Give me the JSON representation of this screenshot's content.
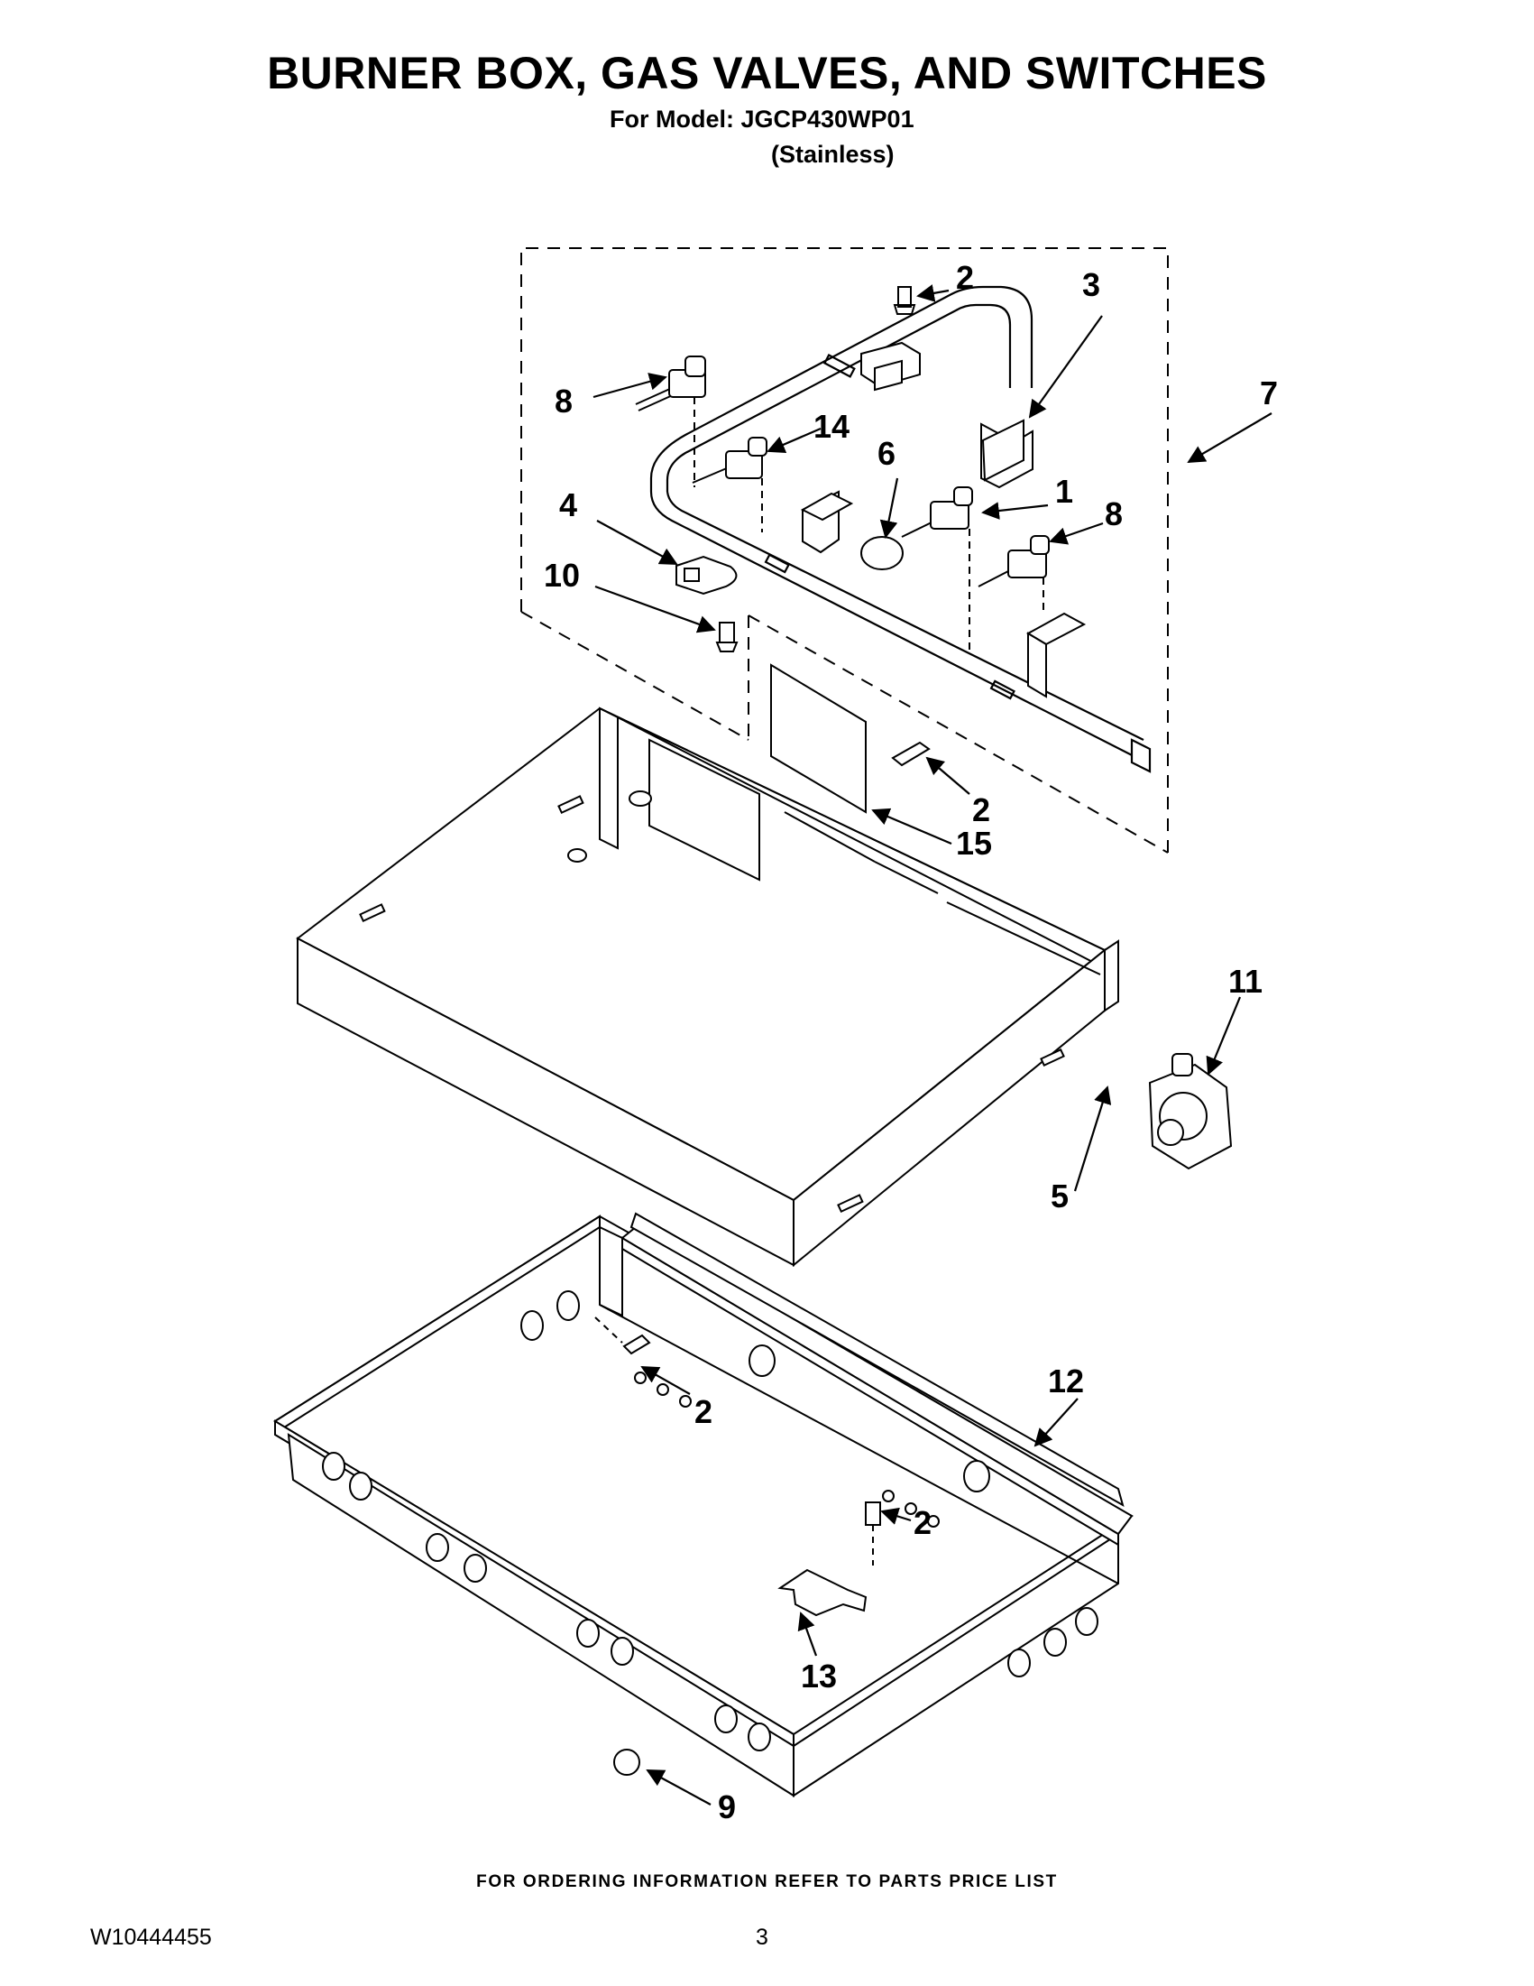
{
  "header": {
    "title": "BURNER BOX, GAS VALVES, AND SWITCHES",
    "model_line": "For Model: JGCP430WP01",
    "variant": "(Stainless)"
  },
  "callouts": {
    "c1": "1",
    "c2a": "2",
    "c2b": "2",
    "c2c": "2",
    "c2d": "2",
    "c3": "3",
    "c4": "4",
    "c5": "5",
    "c6": "6",
    "c7": "7",
    "c8a": "8",
    "c8b": "8",
    "c9": "9",
    "c10": "10",
    "c11": "11",
    "c12": "12",
    "c13": "13",
    "c14": "14",
    "c15": "15"
  },
  "footer": {
    "ordering_note": "FOR ORDERING INFORMATION REFER TO PARTS PRICE LIST",
    "doc_number": "W10444455",
    "page_number": "3"
  }
}
